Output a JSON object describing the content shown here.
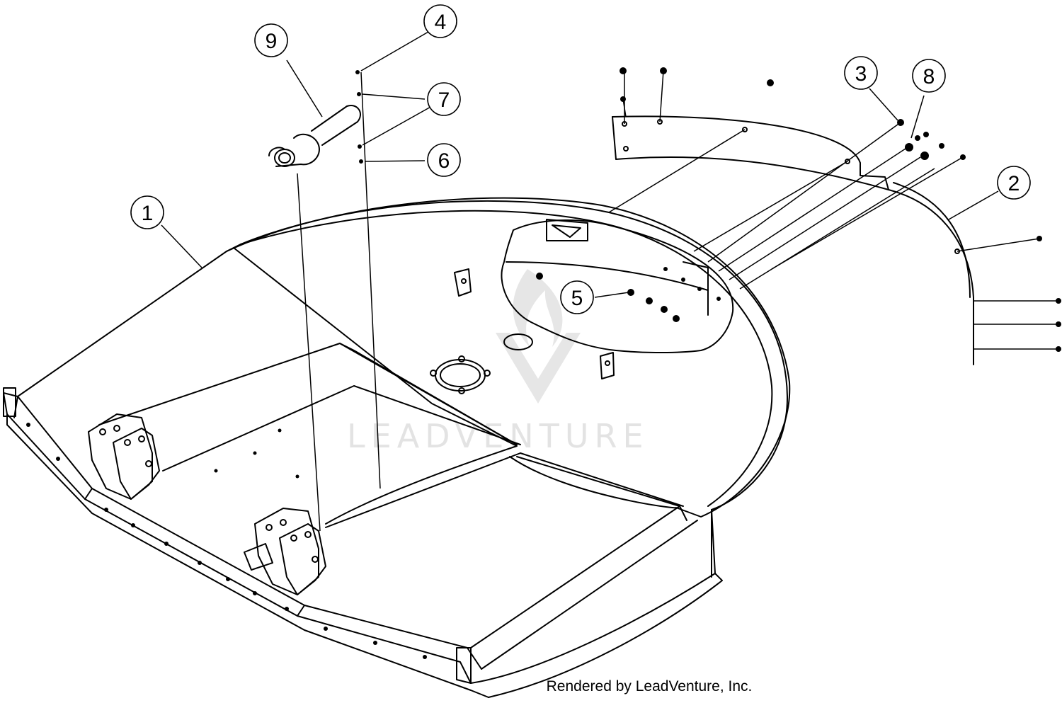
{
  "diagram": {
    "callouts": [
      {
        "id": "c1",
        "label": "1"
      },
      {
        "id": "c2",
        "label": "2"
      },
      {
        "id": "c3",
        "label": "3"
      },
      {
        "id": "c4",
        "label": "4"
      },
      {
        "id": "c5",
        "label": "5"
      },
      {
        "id": "c6",
        "label": "6"
      },
      {
        "id": "c7",
        "label": "7"
      },
      {
        "id": "c8",
        "label": "8"
      },
      {
        "id": "c9",
        "label": "9"
      }
    ]
  },
  "watermark": {
    "text": "LEADVENTURE",
    "logo_icon": "leadventure-flame-logo"
  },
  "footer": {
    "credit": "Rendered by LeadVenture, Inc."
  }
}
